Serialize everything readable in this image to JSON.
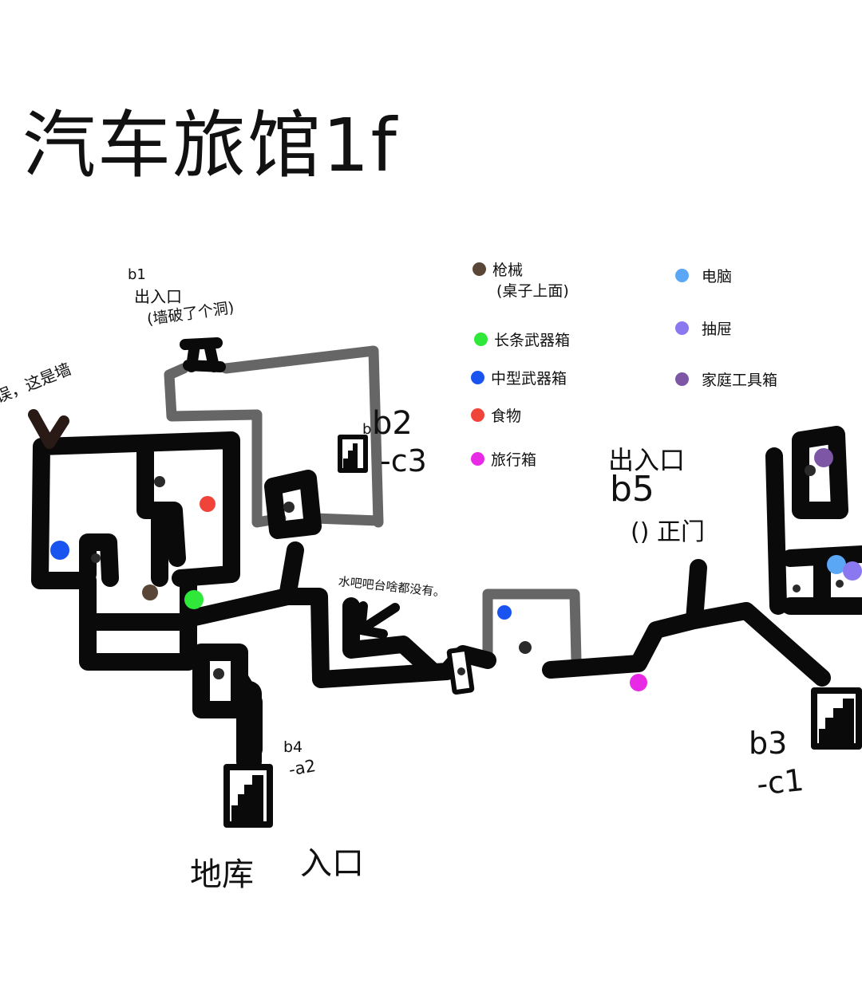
{
  "title": "汽车旅馆1f",
  "legend": [
    {
      "label": "枪械",
      "sub": "(桌子上面)",
      "color": "#5a4636"
    },
    {
      "label": "长条武器箱",
      "color": "#2fe83a"
    },
    {
      "label": "中型武器箱",
      "color": "#1a54f0"
    },
    {
      "label": "食物",
      "color": "#f0443a"
    },
    {
      "label": "旅行箱",
      "color": "#e82ae6"
    },
    {
      "label": "电脑",
      "color": "#5aa7f5"
    },
    {
      "label": "抽屉",
      "color": "#8a78f0"
    },
    {
      "label": "家庭工具箱",
      "color": "#7e56a6"
    }
  ],
  "annotations": {
    "b1_code": "b1",
    "b1_label": "出入口",
    "b1_note": "(墙破了个洞)",
    "wall_note": "误，这是墙",
    "b2_code": "b2",
    "b2_small": "b",
    "b2_sub": "-c3",
    "b5_label": "出入口",
    "b5_code": "b5",
    "b5_note": "()  正门",
    "bar_note": "水吧吧台啥都没有。",
    "b4_code": "b4",
    "b4_sub": "-a2",
    "b3_code": "b3",
    "b3_sub": "-c1",
    "basement_label": "地库",
    "basement_entry": "入口"
  },
  "markers": [
    {
      "type": "dot",
      "color": "#1a54f0"
    },
    {
      "type": "dot",
      "color": "#f0443a"
    },
    {
      "type": "dot",
      "color": "#5a4636"
    },
    {
      "type": "dot",
      "color": "#2fe83a"
    },
    {
      "type": "dot",
      "color": "#1a54f0"
    },
    {
      "type": "dot",
      "color": "#e82ae6"
    },
    {
      "type": "dot",
      "color": "#7e56a6"
    },
    {
      "type": "dot",
      "color": "#5aa7f5"
    },
    {
      "type": "dot",
      "color": "#8a78f0"
    }
  ]
}
